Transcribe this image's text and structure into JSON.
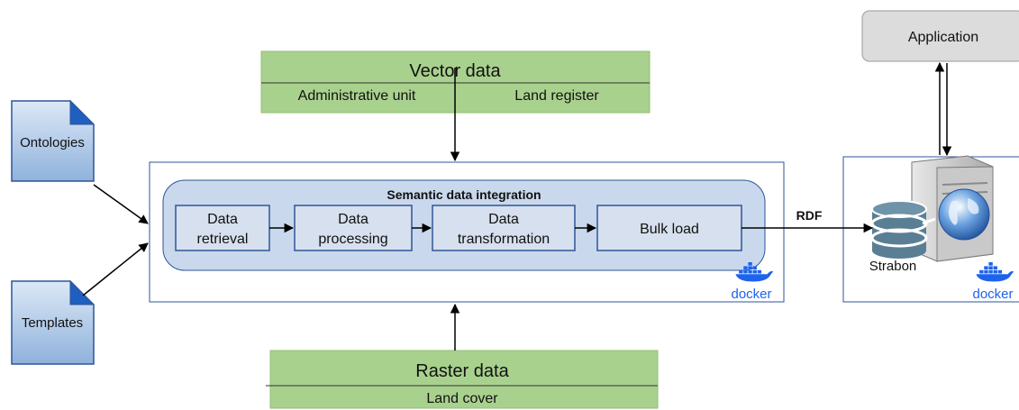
{
  "vector": {
    "title": "Vector data",
    "left": "Administrative unit",
    "right": "Land register"
  },
  "raster": {
    "title": "Raster data",
    "sub": "Land cover"
  },
  "application": "Application",
  "docs": {
    "ontologies": "Ontologies",
    "templates": "Templates"
  },
  "pipeline": {
    "title": "Semantic data integration",
    "steps": [
      {
        "l1": "Data",
        "l2": "retrieval"
      },
      {
        "l1": "Data",
        "l2": "processing"
      },
      {
        "l1": "Data",
        "l2": "transformation"
      },
      {
        "l1": "Bulk load",
        "l2": ""
      }
    ]
  },
  "rdf": "RDF",
  "store": "Strabon",
  "docker": "docker",
  "colors": {
    "green": "#a9d18e",
    "blue_border": "#2f5597",
    "step_fill": "#d6e0ee",
    "docker_blue": "#1d63ed"
  }
}
